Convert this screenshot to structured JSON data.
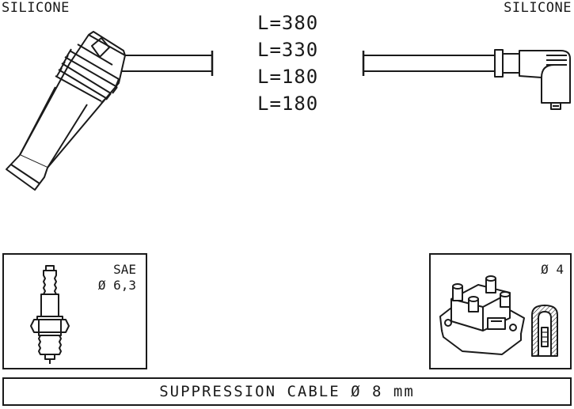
{
  "labels": {
    "silicone_left": "SILICONE",
    "silicone_right": "SILICONE"
  },
  "lengths": [
    "L=380",
    "L=330",
    "L=180",
    "L=180"
  ],
  "spark_plug_box": {
    "standard": "SAE",
    "diameter": "Ø 6,3"
  },
  "coil_box": {
    "diameter": "Ø 4"
  },
  "footer": {
    "text": "SUPPRESSION CABLE  Ø  8 mm"
  },
  "icons": [
    "straight-boot-icon",
    "angled-boot-icon",
    "spark-plug-icon",
    "ignition-coil-icon",
    "terminal-section-icon"
  ],
  "colors": {
    "line": "#1a1a1a",
    "background": "#ffffff"
  }
}
